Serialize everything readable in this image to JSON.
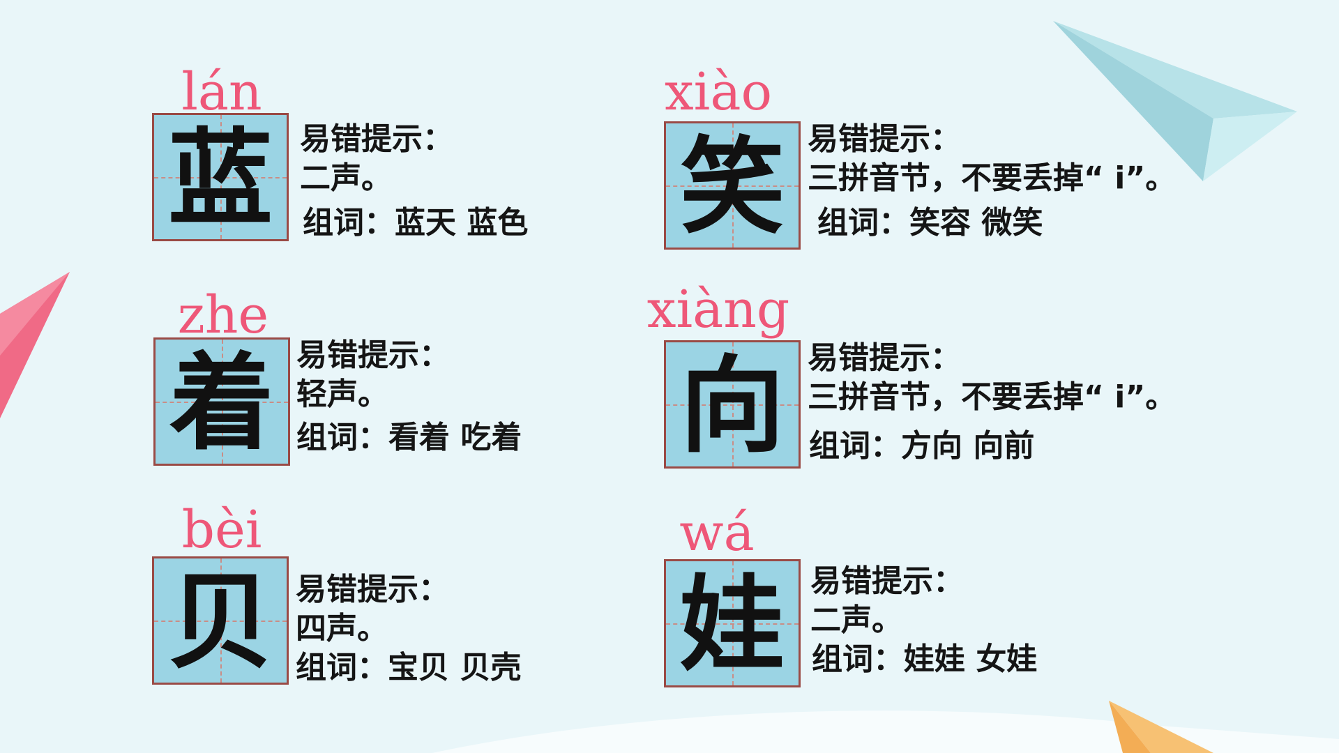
{
  "accent_pinyin_color": "#ee5778",
  "box_fill_color": "#9bd4e4",
  "box_border_color": "#9a4a45",
  "cards": [
    {
      "pinyin": "lán",
      "char": "蓝",
      "tip_label": "易错提示：",
      "tip": "二声。",
      "words": "组词：蓝天  蓝色"
    },
    {
      "pinyin": "xiào",
      "char": "笑",
      "tip_label": "易错提示：",
      "tip": "三拼音节，不要丢掉“ i”。",
      "words": "组词：笑容  微笑"
    },
    {
      "pinyin": "zhe",
      "char": "着",
      "tip_label": "易错提示：",
      "tip": "轻声。",
      "words": "组词：看着  吃着"
    },
    {
      "pinyin": "xiàng",
      "char": "向",
      "tip_label": "易错提示：",
      "tip": "三拼音节，不要丢掉“ i”。",
      "words": "组词：方向  向前"
    },
    {
      "pinyin": "bèi",
      "char": "贝",
      "tip_label": "易错提示：",
      "tip": "四声。",
      "words": "组词：宝贝  贝壳"
    },
    {
      "pinyin": "wá",
      "char": "娃",
      "tip_label": "易错提示：",
      "tip": "二声。",
      "words": "组词：娃娃  女娃"
    }
  ]
}
